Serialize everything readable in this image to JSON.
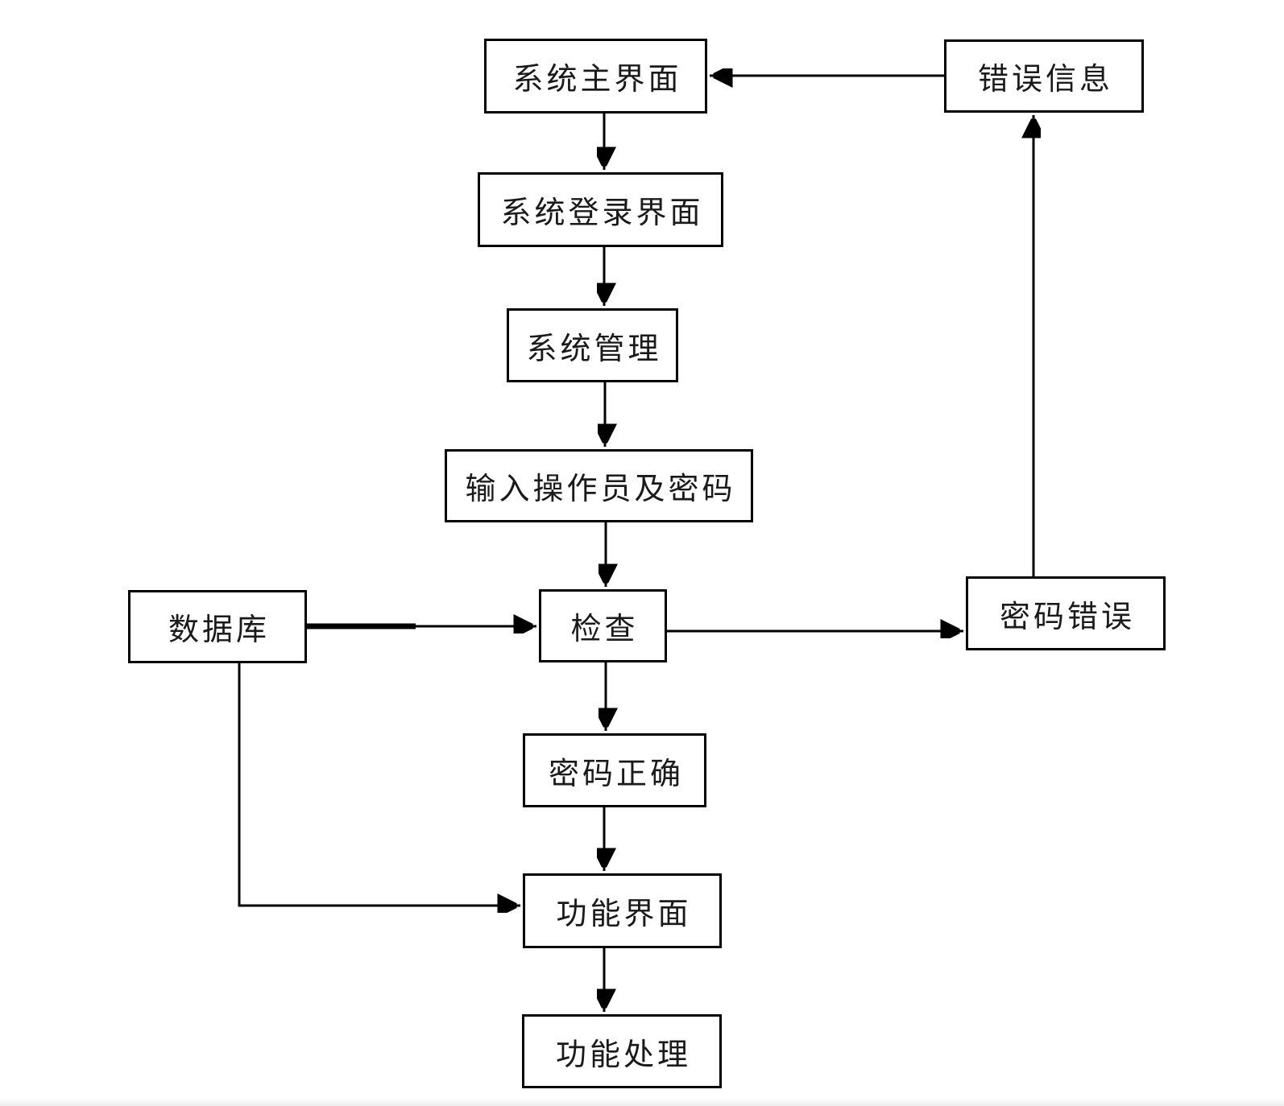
{
  "diagram": {
    "nodes": {
      "main_ui": {
        "label": "系统主界面"
      },
      "error_info": {
        "label": "错误信息"
      },
      "login_ui": {
        "label": "系统登录界面"
      },
      "sys_mgmt": {
        "label": "系统管理"
      },
      "input_credentials": {
        "label": "输入操作员及密码"
      },
      "database": {
        "label": "数据库"
      },
      "check": {
        "label": "检查"
      },
      "pwd_wrong": {
        "label": "密码错误"
      },
      "pwd_correct": {
        "label": "密码正确"
      },
      "func_ui": {
        "label": "功能界面"
      },
      "func_process": {
        "label": "功能处理"
      }
    },
    "edges": [
      {
        "from": "系统主界面",
        "to": "系统登录界面"
      },
      {
        "from": "错误信息",
        "to": "系统主界面"
      },
      {
        "from": "系统登录界面",
        "to": "系统管理"
      },
      {
        "from": "系统管理",
        "to": "输入操作员及密码"
      },
      {
        "from": "输入操作员及密码",
        "to": "检查"
      },
      {
        "from": "数据库",
        "to": "检查"
      },
      {
        "from": "检查",
        "to": "密码错误"
      },
      {
        "from": "密码错误",
        "to": "错误信息"
      },
      {
        "from": "检查",
        "to": "密码正确"
      },
      {
        "from": "密码正确",
        "to": "功能界面"
      },
      {
        "from": "数据库",
        "to": "功能界面"
      },
      {
        "from": "功能界面",
        "to": "功能处理"
      }
    ],
    "colors": {
      "line": "#000000",
      "text": "#1a1a1a",
      "background": "#ffffff"
    }
  }
}
